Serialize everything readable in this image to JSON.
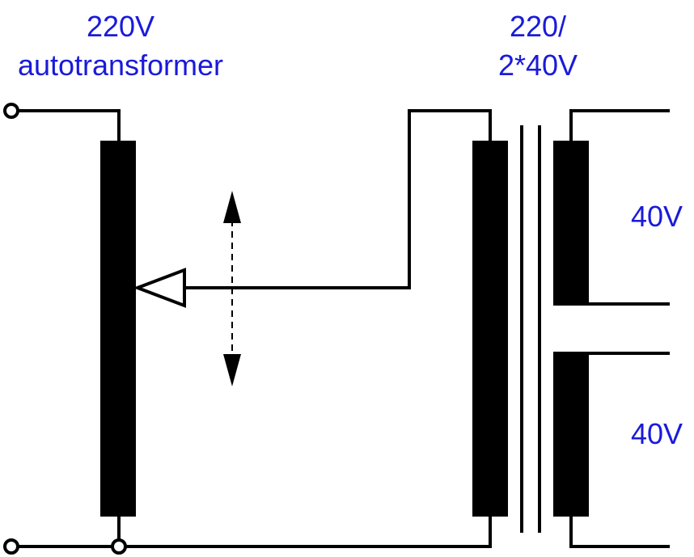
{
  "labels": {
    "autotransformer_line1": "220V",
    "autotransformer_line2": "autotransformer",
    "transformer_line1": "220/",
    "transformer_line2": "2*40V",
    "output_upper": "40V",
    "output_lower": "40V"
  },
  "colors": {
    "label_text": "#1a1adb",
    "wire": "#000000",
    "winding_fill": "#000000",
    "background": "#ffffff"
  }
}
